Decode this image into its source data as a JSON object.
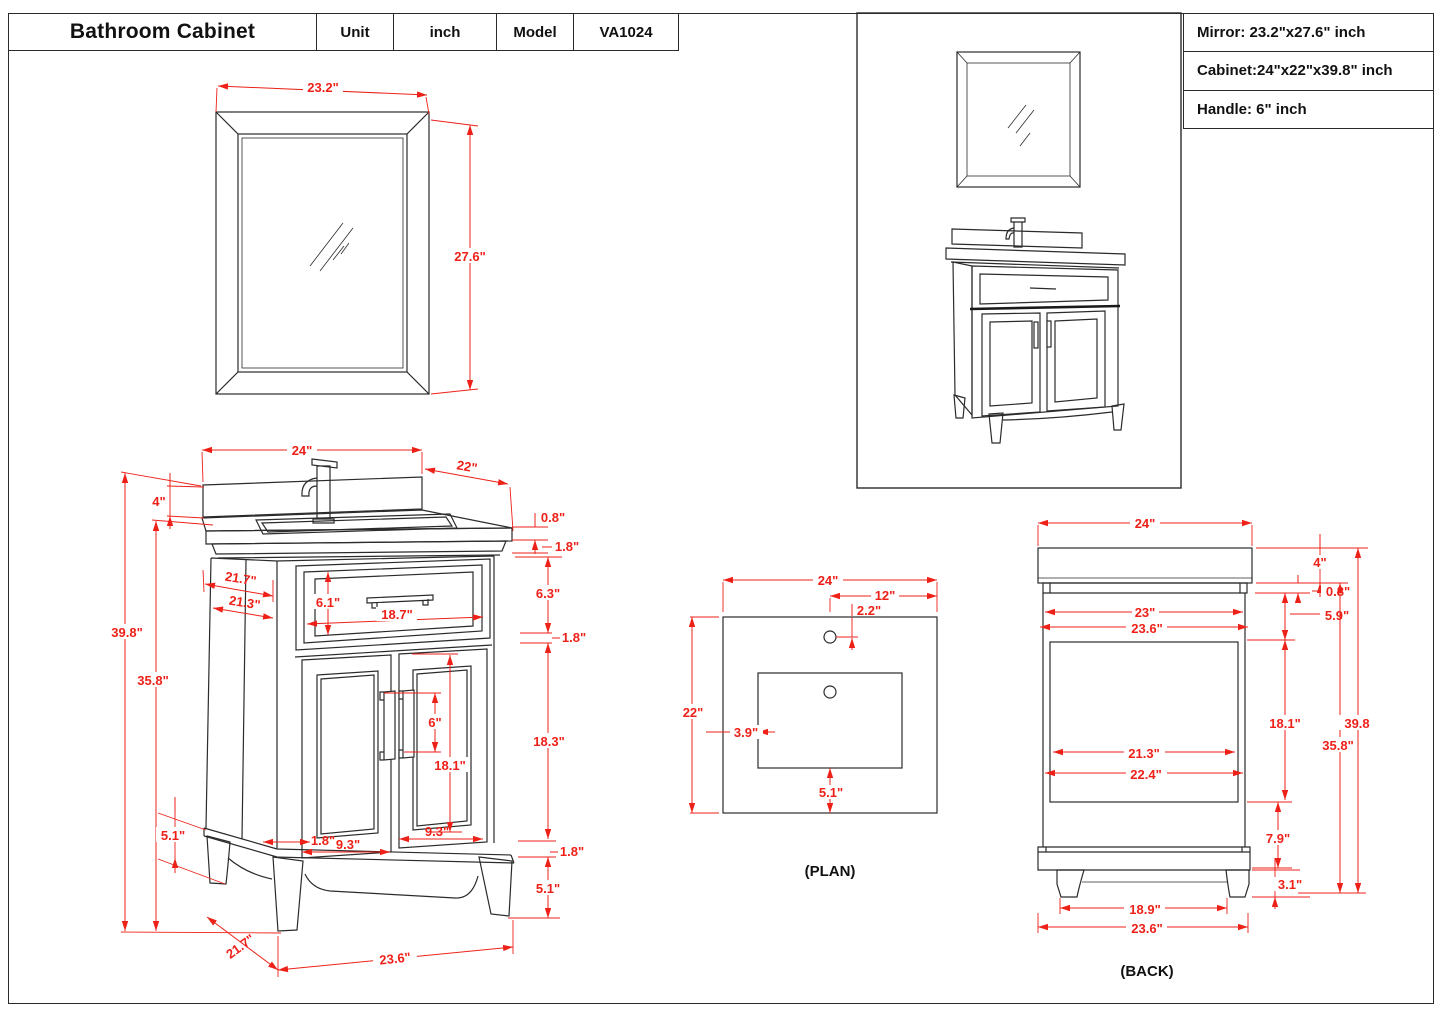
{
  "title_block": {
    "title": "Bathroom Cabinet",
    "unit_label": "Unit",
    "unit_value": "inch",
    "model_label": "Model",
    "model_value": "VA1024"
  },
  "info_box": {
    "mirror": "Mirror: 23.2\"x27.6\"  inch",
    "cabinet": "Cabinet:24\"x22\"x39.8\"  inch",
    "handle": "Handle: 6\"  inch"
  },
  "mirror_view": {
    "width": "23.2\"",
    "height": "27.6\""
  },
  "front_view": {
    "top_width": "24\"",
    "counter_depth": "22\"",
    "backsplash_height": "4\"",
    "overall_height": "39.8\"",
    "cabinet_height": "35.8\"",
    "counter_thickness": "0.8\"",
    "counter_edge": "1.8\"",
    "drawer_section_height": "6.3\"",
    "mid_rail": "1.8\"",
    "frame_top_depth": "21.7\"",
    "side_depth": "21.3\"",
    "drawer_opening_height": "6.1\"",
    "drawer_width": "18.7\"",
    "handle_length": "6\"",
    "door_height": "18.1\"",
    "door_section_height": "18.3\"",
    "door_stile": "1.8\"",
    "left_door_width": "9.3\"",
    "right_door_width": "9.3\"",
    "bottom_rail": "1.8\"",
    "leg_height_left": "5.1\"",
    "leg_height_right": "5.1\"",
    "base_depth": "21.7\"",
    "base_width": "23.6\""
  },
  "plan_view": {
    "width": "24\"",
    "faucet_offset": "12\"",
    "faucet_setback": "2.2\"",
    "depth": "22\"",
    "sink_inset_left": "3.9\"",
    "sink_inset_front": "5.1\"",
    "caption": "(PLAN)"
  },
  "back_view": {
    "top_width": "24\"",
    "counter_height": "4\"",
    "counter_lip": "0.8\"",
    "inner_width": "23\"",
    "outer_width": "23.6\"",
    "top_gap": "5.9\"",
    "panel_height": "18.1\"",
    "panel_width": "21.3\"",
    "body_width": "22.4\"",
    "overall_height": "39.8",
    "cabinet_height": "35.8\"",
    "lower_gap": "7.9\"",
    "base_height": "3.1\"",
    "leg_spacing": "18.9\"",
    "bottom_width": "23.6\"",
    "caption": "(BACK)"
  },
  "colors": {
    "dimension_red": "#ee2119",
    "linework_black": "#2b2b2b"
  }
}
